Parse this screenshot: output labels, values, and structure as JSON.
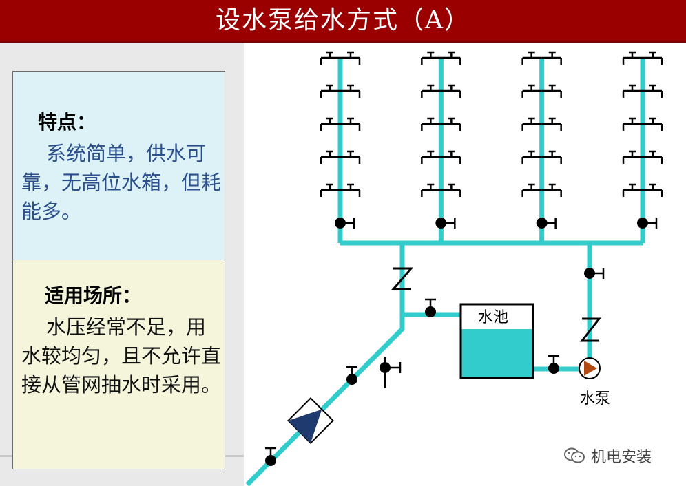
{
  "title": "设水泵给水方式（A）",
  "features": {
    "heading": "特点：",
    "text": "系统简单，供水可靠，无高位水箱，但耗能多。"
  },
  "applicable": {
    "heading": "适用场所：",
    "text": "水压经常不足，用水较均匀，且不允许直接从管网抽水时采用。"
  },
  "diagram": {
    "tank_label": "水池",
    "pump_label": "水泵",
    "pipe_color": "#33cccc",
    "water_color": "#33cccc",
    "meter_color": "#1f3a6e",
    "pump_arrow_color": "#b04a10",
    "risers": 4,
    "taps_per_riser": 5
  },
  "watermark": {
    "text": "机电安装",
    "icon": "wechat-icon"
  }
}
